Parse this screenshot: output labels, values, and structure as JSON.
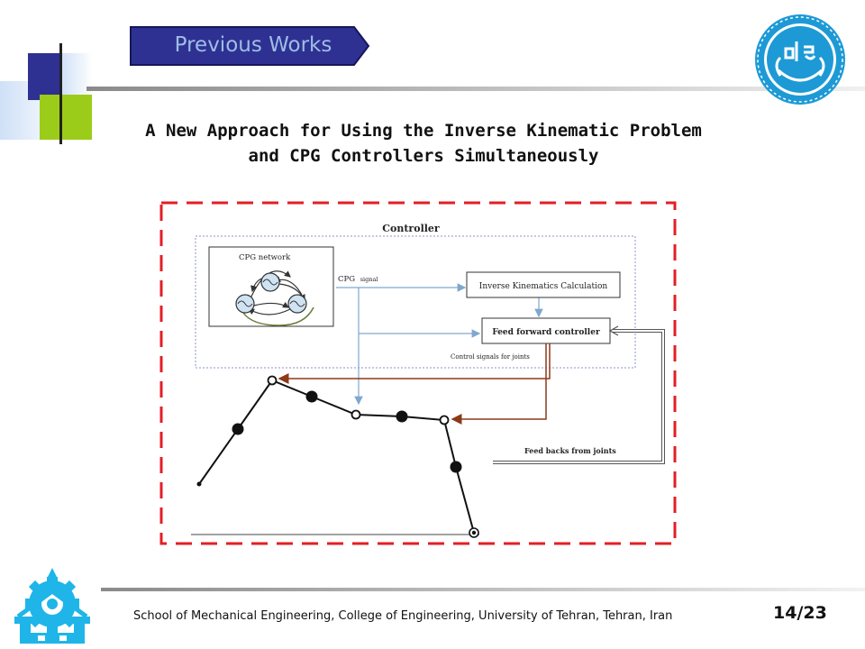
{
  "slide": {
    "section_title": "Previous Works",
    "heading_line1": "A New Approach for Using the Inverse Kinematic Problem",
    "heading_line2": "and CPG Controllers Simultaneously",
    "footer": "School of Mechanical Engineering, College of Engineering, University of Tehran, Tehran, Iran",
    "page_number": "14/23"
  },
  "diagram": {
    "controller_label": "Controller",
    "cpg_network_label": "CPG network",
    "cpg_signal_label": "CPG",
    "cpg_signal_sub": "signal",
    "ik_label": "Inverse Kinematics Calculation",
    "ff_label": "Feed forward controller",
    "control_signals_label": "Control signals for joints",
    "feedback_label": "Feed backs from joints"
  },
  "colors": {
    "accent_blue": "#2e3192",
    "accent_green": "#9ccc1a",
    "dash_red": "#e31e24",
    "arrow_brown": "#8b3a1a",
    "arrow_blue": "#7fa7cf",
    "logo_cyan": "#1fb5e8",
    "logo_blue": "#1d9ad6"
  }
}
